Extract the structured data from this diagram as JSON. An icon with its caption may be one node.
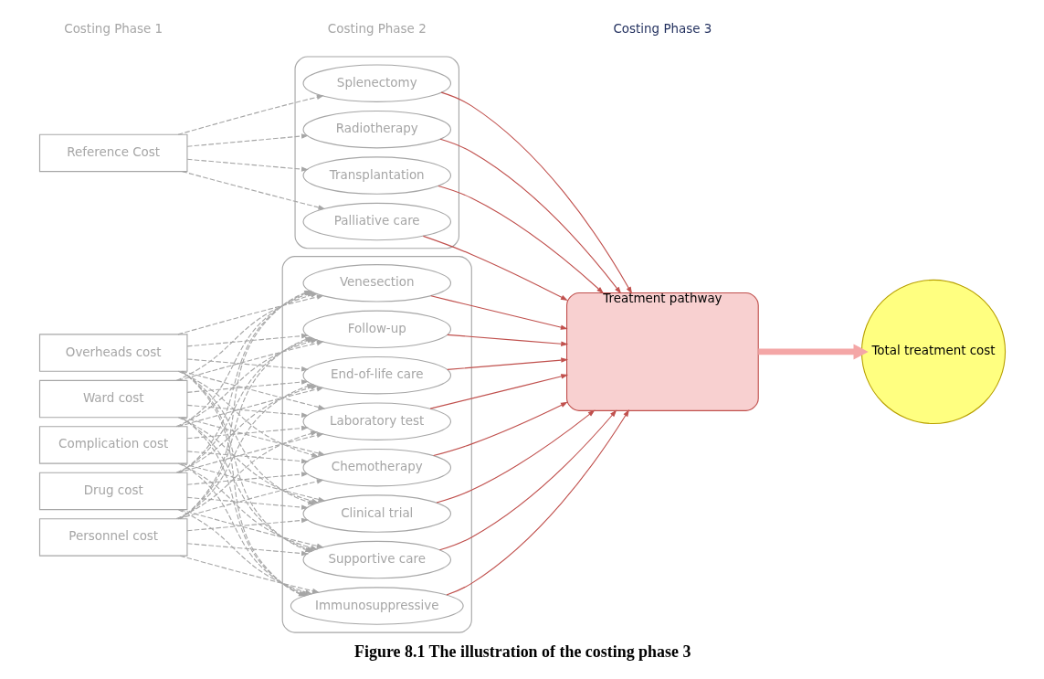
{
  "diagram": {
    "caption": "Figure 8.1 The illustration of the costing phase 3",
    "nodes": [
      {
        "text": [
          "Drug cost"
        ]
      },
      {
        "text": [
          "Personnel cost"
        ]
      },
      {
        "text": [
          "Overheads cost"
        ]
      },
      {
        "text": [
          "Ward cost"
        ]
      },
      {
        "text": [
          "Complication cost"
        ]
      },
      {
        "text": [],
        "shape": "box"
      },
      {
        "text": [
          "Chemotherapy"
        ],
        "in": 5
      },
      {
        "text": [
          "Clinical trial"
        ],
        "in": 5
      },
      {
        "text": [
          "Supportive care"
        ],
        "in": 5
      },
      {
        "text": [
          "Immunosuppressive"
        ],
        "in": 5
      },
      {
        "text": [
          "Venesection"
        ],
        "in": 5
      },
      {
        "text": [
          "Follow-up"
        ],
        "in": 5
      },
      {
        "text": [
          "End-of-life care"
        ],
        "in": 5
      },
      {
        "text": [
          "Laboratory test"
        ],
        "in": 5
      },
      {
        "text": [
          "Reference Cost"
        ]
      },
      {
        "text": [],
        "shape": "box"
      },
      {
        "text": [
          "Splenectomy"
        ],
        "in": 15
      },
      {
        "text": [
          "Radiotherapy"
        ],
        "in": 15
      },
      {
        "text": [
          "Transplantation"
        ],
        "in": 15
      },
      {
        "text": [
          "Palliative care"
        ],
        "in": 15
      },
      {
        "text": [
          "Treatment pathway"
        ]
      },
      {
        "text": [
          "Total treatment cost"
        ]
      }
    ],
    "edges": [
      {
        "from": 0,
        "to": 6,
        "arrow": "to",
        "style": "dashed"
      },
      {
        "from": 0,
        "to": 7,
        "arrow": "to",
        "style": "dashed"
      },
      {
        "from": 0,
        "to": 8,
        "arrow": "to",
        "style": "dashed"
      },
      {
        "from": 0,
        "to": 9,
        "arrow": "to",
        "style": "dashed"
      },
      {
        "from": 0,
        "to": 10,
        "arrow": "to",
        "style": "dashed"
      },
      {
        "from": 0,
        "to": 11,
        "arrow": "to",
        "style": "dashed"
      },
      {
        "from": 0,
        "to": 12,
        "arrow": "to",
        "style": "dashed"
      },
      {
        "from": 0,
        "to": 13,
        "arrow": "to",
        "style": "dashed"
      },
      {
        "from": 1,
        "to": 6,
        "arrow": "to",
        "style": "dashed"
      },
      {
        "from": 1,
        "to": 7,
        "arrow": "to",
        "style": "dashed"
      },
      {
        "from": 1,
        "to": 8,
        "arrow": "to",
        "style": "dashed"
      },
      {
        "from": 1,
        "to": 9,
        "arrow": "to",
        "style": "dashed"
      },
      {
        "from": 1,
        "to": 10,
        "arrow": "to",
        "style": "dashed"
      },
      {
        "from": 1,
        "to": 11,
        "arrow": "to",
        "style": "dashed"
      },
      {
        "from": 1,
        "to": 12,
        "arrow": "to",
        "style": "dashed"
      },
      {
        "from": 1,
        "to": 13,
        "arrow": "to",
        "style": "dashed"
      },
      {
        "from": 2,
        "to": 6,
        "arrow": "to",
        "style": "dashed"
      },
      {
        "from": 2,
        "to": 7,
        "arrow": "to",
        "style": "dashed"
      },
      {
        "from": 2,
        "to": 8,
        "arrow": "to",
        "style": "dashed"
      },
      {
        "from": 2,
        "to": 9,
        "arrow": "to",
        "style": "dashed"
      },
      {
        "from": 2,
        "to": 10,
        "arrow": "to",
        "style": "dashed"
      },
      {
        "from": 2,
        "to": 11,
        "arrow": "to",
        "style": "dashed"
      },
      {
        "from": 2,
        "to": 12,
        "arrow": "to",
        "style": "dashed"
      },
      {
        "from": 2,
        "to": 13,
        "arrow": "to",
        "style": "dashed"
      },
      {
        "from": 3,
        "to": 6,
        "arrow": "to",
        "style": "dashed"
      },
      {
        "from": 3,
        "to": 7,
        "arrow": "to",
        "style": "dashed"
      },
      {
        "from": 3,
        "to": 8,
        "arrow": "to",
        "style": "dashed"
      },
      {
        "from": 3,
        "to": 9,
        "arrow": "to",
        "style": "dashed"
      },
      {
        "from": 3,
        "to": 10,
        "arrow": "to",
        "style": "dashed"
      },
      {
        "from": 3,
        "to": 11,
        "arrow": "to",
        "style": "dashed"
      },
      {
        "from": 3,
        "to": 12,
        "arrow": "to",
        "style": "dashed"
      },
      {
        "from": 3,
        "to": 13,
        "arrow": "to",
        "style": "dashed"
      },
      {
        "from": 4,
        "to": 6,
        "arrow": "to",
        "style": "dashed"
      },
      {
        "from": 4,
        "to": 7,
        "arrow": "to",
        "style": "dashed"
      },
      {
        "from": 4,
        "to": 8,
        "arrow": "to",
        "style": "dashed"
      },
      {
        "from": 4,
        "to": 9,
        "arrow": "to",
        "style": "dashed"
      },
      {
        "from": 4,
        "to": 10,
        "arrow": "to",
        "style": "dashed"
      },
      {
        "from": 4,
        "to": 11,
        "arrow": "to",
        "style": "dashed"
      },
      {
        "from": 4,
        "to": 12,
        "arrow": "to",
        "style": "dashed"
      },
      {
        "from": 4,
        "to": 13,
        "arrow": "to",
        "style": "dashed"
      },
      {
        "from": 14,
        "to": 16,
        "arrow": "to",
        "style": "dashed"
      },
      {
        "from": 14,
        "to": 17,
        "arrow": "to",
        "style": "dashed"
      },
      {
        "from": 14,
        "to": 18,
        "arrow": "to",
        "style": "dashed"
      },
      {
        "from": 14,
        "to": 19,
        "arrow": "to",
        "style": "dashed"
      },
      {
        "from": 6,
        "to": 20,
        "arrow": "to",
        "color": "#c0504d"
      },
      {
        "from": 7,
        "to": 20,
        "arrow": "to",
        "color": "#c0504d"
      },
      {
        "from": 8,
        "to": 20,
        "arrow": "to",
        "color": "#c0504d"
      },
      {
        "from": 9,
        "to": 20,
        "arrow": "to",
        "color": "#c0504d"
      },
      {
        "from": 10,
        "to": 20,
        "arrow": "to",
        "color": "#c0504d"
      },
      {
        "from": 11,
        "to": 20,
        "arrow": "to",
        "color": "#c0504d"
      },
      {
        "from": 12,
        "to": 20,
        "arrow": "to",
        "color": "#c0504d"
      },
      {
        "from": 13,
        "to": 20,
        "arrow": "to",
        "color": "#c0504d"
      },
      {
        "from": 16,
        "to": 20,
        "arrow": "to",
        "color": "#c0504d"
      },
      {
        "from": 17,
        "to": 20,
        "arrow": "to",
        "color": "#c0504d"
      },
      {
        "from": 18,
        "to": 20,
        "arrow": "to",
        "color": "#c0504d"
      },
      {
        "from": 19,
        "to": 20,
        "arrow": "to",
        "color": "#c0504d"
      },
      {
        "from": 20,
        "to": 21,
        "arrow": "to",
        "style": "thick",
        "color": "#f4a6a6"
      }
    ],
    "labels": [
      "Costing Phase 1",
      "Costing Phase 2",
      "Costing Phase 3"
    ]
  }
}
